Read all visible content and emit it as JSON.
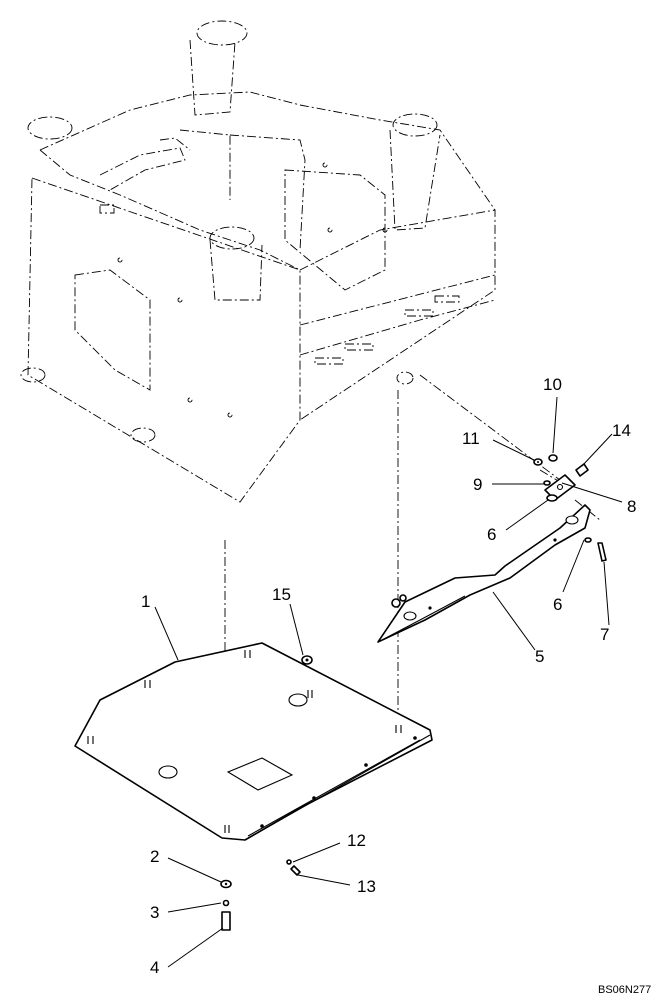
{
  "drawing_code": "BS06N277",
  "callouts": [
    {
      "id": "c1",
      "text": "1"
    },
    {
      "id": "c2",
      "text": "2"
    },
    {
      "id": "c3",
      "text": "3"
    },
    {
      "id": "c4",
      "text": "4"
    },
    {
      "id": "c5",
      "text": "5"
    },
    {
      "id": "c6a",
      "text": "6"
    },
    {
      "id": "c6b",
      "text": "6"
    },
    {
      "id": "c7",
      "text": "7"
    },
    {
      "id": "c8",
      "text": "8"
    },
    {
      "id": "c9",
      "text": "9"
    },
    {
      "id": "c10",
      "text": "10"
    },
    {
      "id": "c11",
      "text": "11"
    },
    {
      "id": "c12",
      "text": "12"
    },
    {
      "id": "c13",
      "text": "13"
    },
    {
      "id": "c14",
      "text": "14"
    },
    {
      "id": "c15",
      "text": "15"
    }
  ]
}
